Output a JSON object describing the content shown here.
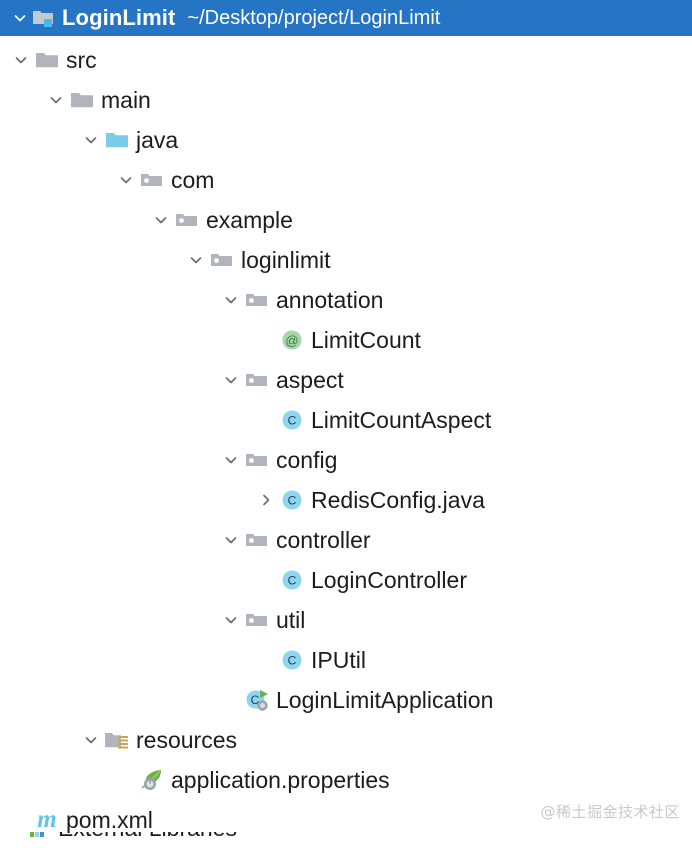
{
  "header": {
    "chevron": "chevron-down-icon",
    "icon": "project-folder-icon",
    "title": "LoginLimit",
    "path": "~/Desktop/project/LoginLimit",
    "selected": true,
    "selection_color": "#2675c4",
    "text_color": "#ffffff"
  },
  "colors": {
    "selection_blue": "#2675c4",
    "folder_gray": "#afb5ba",
    "source_root_blue": "#7ccbe8",
    "class_circle_blue": "#8ed5ef",
    "class_letter_navy": "#1f3a5f",
    "annotation_green_fill": "#a5d6a7",
    "annotation_green_glyph": "#3f7a43",
    "resource_orange": "#c8a456",
    "spring_leaf_green": "#6cb33f",
    "maven_blue": "#62c3eb",
    "run_triangle_green": "#5fb84f",
    "text_black": "#1c1c1c",
    "watermark_gray": "#c9c9c9",
    "background": "#ffffff"
  },
  "tree": {
    "items": [
      {
        "label": "src",
        "depth": 1,
        "twisty": "chevron-down-icon",
        "icon": "folder-icon",
        "icon_kind": "folder"
      },
      {
        "label": "main",
        "depth": 2,
        "twisty": "chevron-down-icon",
        "icon": "folder-icon",
        "icon_kind": "folder"
      },
      {
        "label": "java",
        "depth": 3,
        "twisty": "chevron-down-icon",
        "icon": "source-root-folder-icon",
        "icon_kind": "source-root"
      },
      {
        "label": "com",
        "depth": 4,
        "twisty": "chevron-down-icon",
        "icon": "package-folder-icon",
        "icon_kind": "package"
      },
      {
        "label": "example",
        "depth": 5,
        "twisty": "chevron-down-icon",
        "icon": "package-folder-icon",
        "icon_kind": "package"
      },
      {
        "label": "loginlimit",
        "depth": 6,
        "twisty": "chevron-down-icon",
        "icon": "package-folder-icon",
        "icon_kind": "package"
      },
      {
        "label": "annotation",
        "depth": 7,
        "twisty": "chevron-down-icon",
        "icon": "package-folder-icon",
        "icon_kind": "package"
      },
      {
        "label": "LimitCount",
        "depth": 8,
        "twisty": "none",
        "icon": "annotation-icon",
        "icon_kind": "annotation"
      },
      {
        "label": "aspect",
        "depth": 7,
        "twisty": "chevron-down-icon",
        "icon": "package-folder-icon",
        "icon_kind": "package"
      },
      {
        "label": "LimitCountAspect",
        "depth": 8,
        "twisty": "none",
        "icon": "java-class-icon",
        "icon_kind": "class"
      },
      {
        "label": "config",
        "depth": 7,
        "twisty": "chevron-down-icon",
        "icon": "package-folder-icon",
        "icon_kind": "package"
      },
      {
        "label": "RedisConfig.java",
        "depth": 8,
        "twisty": "chevron-right-icon",
        "icon": "java-class-icon",
        "icon_kind": "class"
      },
      {
        "label": "controller",
        "depth": 7,
        "twisty": "chevron-down-icon",
        "icon": "package-folder-icon",
        "icon_kind": "package"
      },
      {
        "label": "LoginController",
        "depth": 8,
        "twisty": "none",
        "icon": "java-class-icon",
        "icon_kind": "class"
      },
      {
        "label": "util",
        "depth": 7,
        "twisty": "chevron-down-icon",
        "icon": "package-folder-icon",
        "icon_kind": "package"
      },
      {
        "label": "IPUtil",
        "depth": 8,
        "twisty": "none",
        "icon": "java-class-icon",
        "icon_kind": "class"
      },
      {
        "label": "LoginLimitApplication",
        "depth": 7,
        "twisty": "none",
        "icon": "spring-boot-main-class-icon",
        "icon_kind": "runnable-class"
      },
      {
        "label": "resources",
        "depth": 3,
        "twisty": "chevron-down-icon",
        "icon": "resource-root-folder-icon",
        "icon_kind": "resource-root"
      },
      {
        "label": "application.properties",
        "depth": 4,
        "twisty": "none",
        "icon": "spring-properties-icon",
        "icon_kind": "spring-properties"
      },
      {
        "label": "pom.xml",
        "depth": 1,
        "twisty": "none",
        "icon": "maven-icon",
        "icon_kind": "maven"
      }
    ],
    "clipped_bottom_row": {
      "label": "",
      "depth": 1,
      "icon": "external-libraries-icon"
    }
  },
  "watermark": {
    "text": "@稀土掘金技术社区"
  }
}
